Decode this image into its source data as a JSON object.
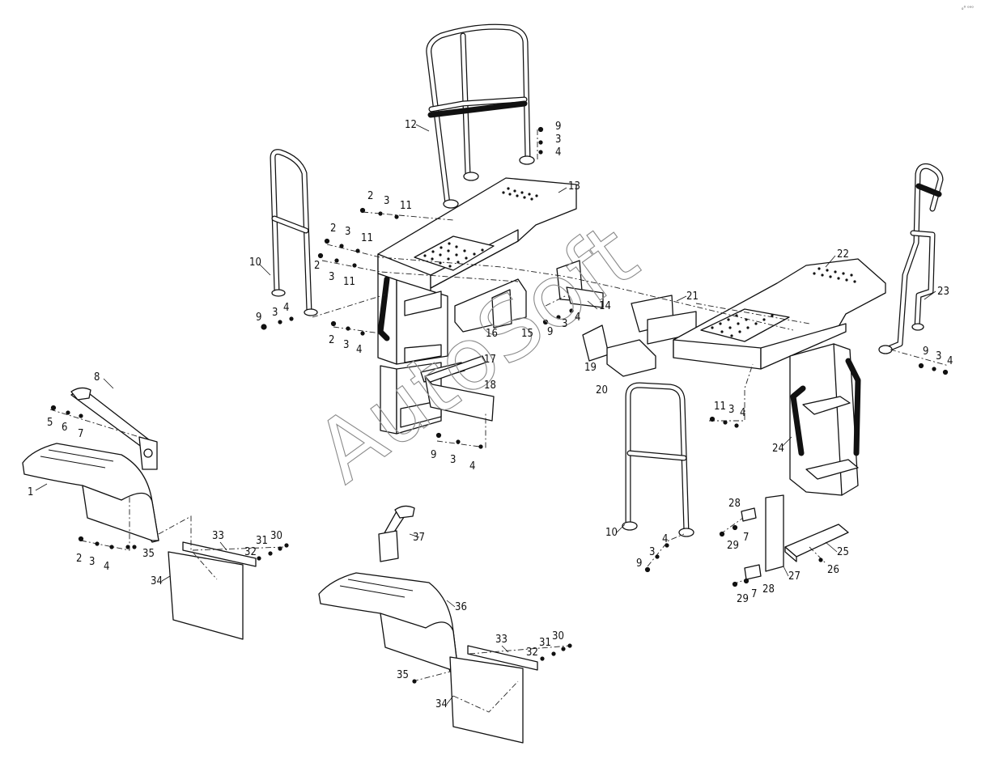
{
  "diagram": {
    "watermark": "AutoSoft",
    "corner_mark": "ₒ⁰ ᵒᵒᵒ",
    "callouts": [
      {
        "id": "c1",
        "text": "1"
      },
      {
        "id": "c2",
        "text": "2"
      },
      {
        "id": "c3",
        "text": "3"
      },
      {
        "id": "c4",
        "text": "4"
      },
      {
        "id": "c5",
        "text": "5"
      },
      {
        "id": "c6",
        "text": "6"
      },
      {
        "id": "c7",
        "text": "7"
      },
      {
        "id": "c8",
        "text": "8"
      },
      {
        "id": "c35",
        "text": "35"
      },
      {
        "id": "c2b",
        "text": "2"
      },
      {
        "id": "c3b",
        "text": "3"
      },
      {
        "id": "c4b",
        "text": "4"
      },
      {
        "id": "c33",
        "text": "33"
      },
      {
        "id": "c32",
        "text": "32"
      },
      {
        "id": "c31",
        "text": "31"
      },
      {
        "id": "c30",
        "text": "30"
      },
      {
        "id": "c34",
        "text": "34"
      },
      {
        "id": "c10",
        "text": "10"
      },
      {
        "id": "c9",
        "text": "9"
      },
      {
        "id": "c3c",
        "text": "3"
      },
      {
        "id": "c4c",
        "text": "4"
      },
      {
        "id": "c12",
        "text": "12"
      },
      {
        "id": "c9t",
        "text": "9"
      },
      {
        "id": "c3t",
        "text": "3"
      },
      {
        "id": "c4t",
        "text": "4"
      },
      {
        "id": "c13",
        "text": "13"
      },
      {
        "id": "c2d",
        "text": "2"
      },
      {
        "id": "c3d",
        "text": "3"
      },
      {
        "id": "c11d",
        "text": "11"
      },
      {
        "id": "c2e",
        "text": "2"
      },
      {
        "id": "c3e",
        "text": "3"
      },
      {
        "id": "c11e",
        "text": "11"
      },
      {
        "id": "c2f",
        "text": "2"
      },
      {
        "id": "c3f",
        "text": "3"
      },
      {
        "id": "c11f",
        "text": "11"
      },
      {
        "id": "c2g",
        "text": "2"
      },
      {
        "id": "c3g",
        "text": "3"
      },
      {
        "id": "c4g",
        "text": "4"
      },
      {
        "id": "c14",
        "text": "14"
      },
      {
        "id": "c16",
        "text": "16"
      },
      {
        "id": "c15",
        "text": "15"
      },
      {
        "id": "c9h",
        "text": "9"
      },
      {
        "id": "c3h",
        "text": "3"
      },
      {
        "id": "c4h",
        "text": "4"
      },
      {
        "id": "c17",
        "text": "17"
      },
      {
        "id": "c18",
        "text": "18"
      },
      {
        "id": "c9i",
        "text": "9"
      },
      {
        "id": "c3i",
        "text": "3"
      },
      {
        "id": "c4i",
        "text": "4"
      },
      {
        "id": "c19",
        "text": "19"
      },
      {
        "id": "c20",
        "text": "20"
      },
      {
        "id": "c21",
        "text": "21"
      },
      {
        "id": "c22",
        "text": "22"
      },
      {
        "id": "c23",
        "text": "23"
      },
      {
        "id": "c9j",
        "text": "9"
      },
      {
        "id": "c3j",
        "text": "3"
      },
      {
        "id": "c4j",
        "text": "4"
      },
      {
        "id": "c11k",
        "text": "11"
      },
      {
        "id": "c3k",
        "text": "3"
      },
      {
        "id": "c4k",
        "text": "4"
      },
      {
        "id": "c24",
        "text": "24"
      },
      {
        "id": "c10b",
        "text": "10"
      },
      {
        "id": "c4l",
        "text": "4"
      },
      {
        "id": "c3l",
        "text": "3"
      },
      {
        "id": "c9l",
        "text": "9"
      },
      {
        "id": "c28",
        "text": "28"
      },
      {
        "id": "c29",
        "text": "29"
      },
      {
        "id": "c7b",
        "text": "7"
      },
      {
        "id": "c25",
        "text": "25"
      },
      {
        "id": "c27",
        "text": "27"
      },
      {
        "id": "c26",
        "text": "26"
      },
      {
        "id": "c29b",
        "text": "29"
      },
      {
        "id": "c7c",
        "text": "7"
      },
      {
        "id": "c28b",
        "text": "28"
      },
      {
        "id": "c37",
        "text": "37"
      },
      {
        "id": "c36",
        "text": "36"
      },
      {
        "id": "c33b",
        "text": "33"
      },
      {
        "id": "c32b",
        "text": "32"
      },
      {
        "id": "c31b",
        "text": "31"
      },
      {
        "id": "c30b",
        "text": "30"
      },
      {
        "id": "c35b",
        "text": "35"
      },
      {
        "id": "c34b",
        "text": "34"
      }
    ]
  }
}
